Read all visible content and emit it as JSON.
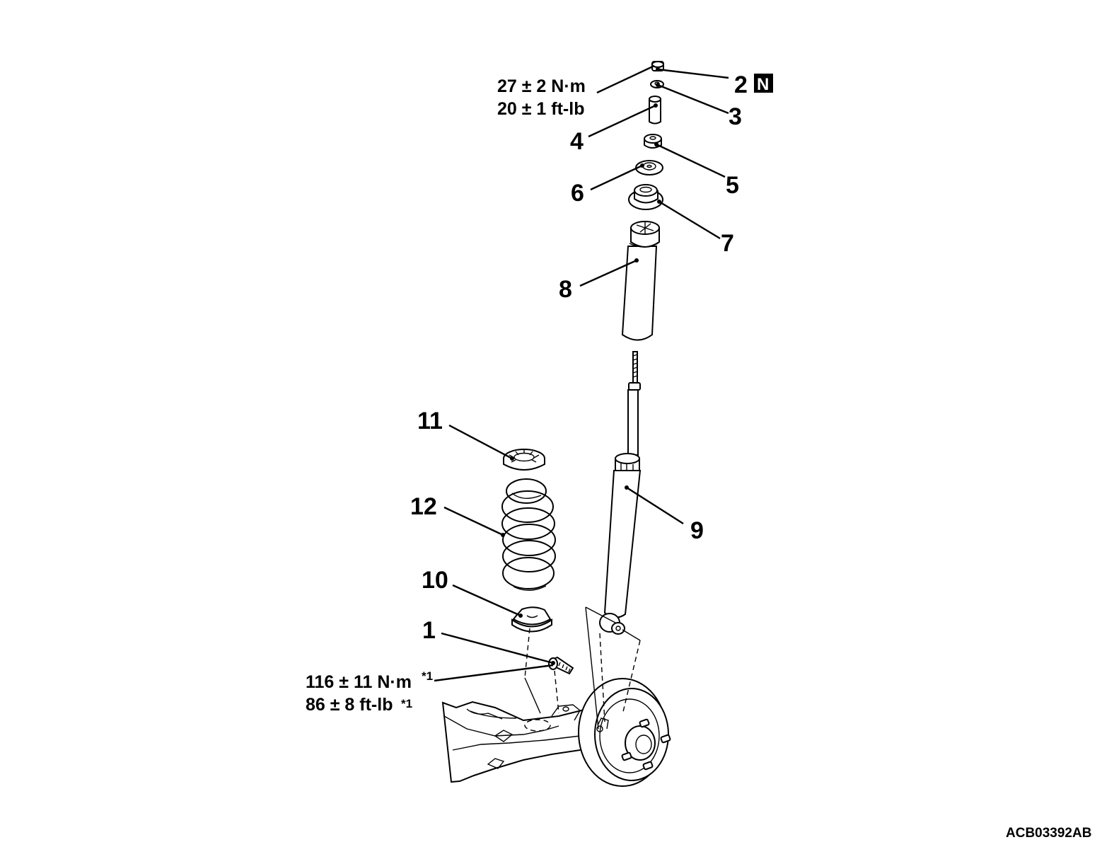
{
  "callouts": {
    "c1": "1",
    "c2": "2",
    "c3": "3",
    "c4": "4",
    "c5": "5",
    "c6": "6",
    "c7": "7",
    "c8": "8",
    "c9": "9",
    "c10": "10",
    "c11": "11",
    "c12": "12"
  },
  "badge": "N",
  "torque_top": {
    "metric": "27 ± 2 N·m",
    "imperial": "20 ± 1 ft-lb"
  },
  "torque_bottom": {
    "metric": "116 ± 11 N·m",
    "metric_note": "*1",
    "imperial": "86 ± 8 ft-lb",
    "imperial_note": "*1"
  },
  "figure_id": "ACB03392AB"
}
